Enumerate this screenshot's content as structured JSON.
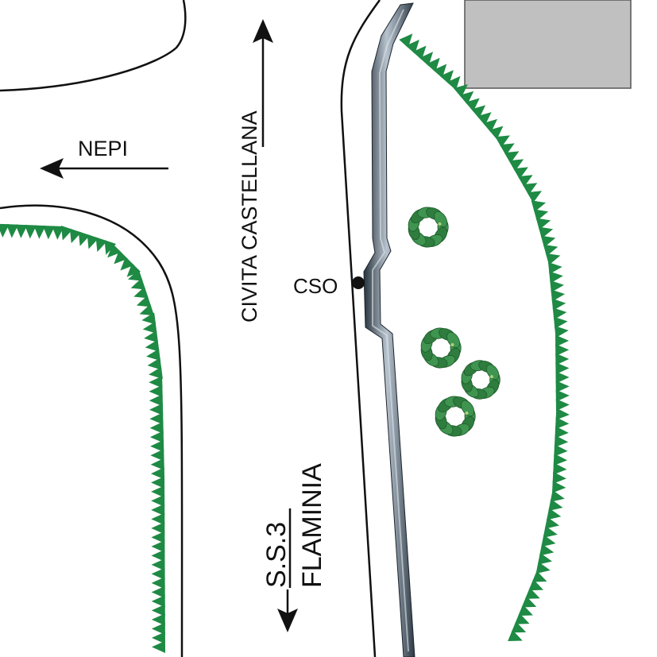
{
  "labels": {
    "nepi": "NEPI",
    "civita_castellana": "CIVITA CASTELLANA",
    "cso": "CSO",
    "ss3": "S.S.3",
    "flaminia": "FLAMINIA"
  },
  "colors": {
    "road_edge": "#111111",
    "embankment": "#1e8a44",
    "building": "#c0c0c0",
    "tree_dark": "#2e7d3e",
    "tree_light": "#7fb86b",
    "channel_dark": "#2f3b47",
    "channel_light": "#9aa8b5"
  },
  "icons": [
    "arrow-left-icon",
    "arrow-up-icon",
    "arrow-down-icon",
    "tree-icon",
    "point-marker-icon"
  ]
}
